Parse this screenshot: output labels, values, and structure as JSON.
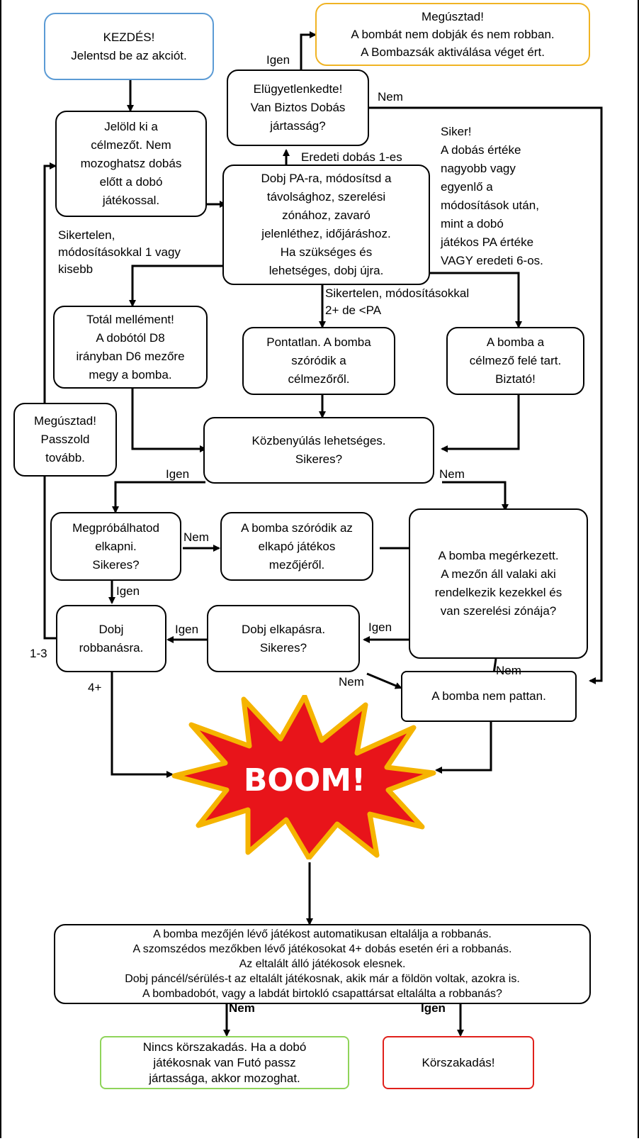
{
  "nodes": {
    "start": "KEZDÉS!\nJelentsd be az akciót.",
    "escaped_top": "Megúsztad!\nA bombát nem dobják és nem robban.\nA Bombazsák aktiválása véget ért.",
    "fumbled": "Elügyetlenkedte!\nVan Biztos Dobás\njártasság?",
    "mark_target": "Jelöld ki a\ncélmezőt. Nem\nmozoghatsz dobás\nelőtt a dobó\njátékossal.",
    "roll_pa": "Dobj PA-ra, módosítsd a\ntávolsághoz, szerelési\nzónához, zavaró\njelenléthez, időjáráshoz.\nHa szükséges és\nlehetséges, dobj újra.",
    "wild": "Totál mellément!\nA dobótól D8\nirányban D6 mezőre\nmegy a bomba.",
    "inaccurate": "Pontatlan. A bomba\nszóródik a\ncélmezőről.",
    "on_target": "A bomba a\ncélmező felé tart.\nBiztató!",
    "escaped_pass": "Megúsztad!\nPasszold\ntovább.",
    "interference": "Közbenyúlás lehetséges.\nSikeres?",
    "try_catch": "Megpróbálhatod\nelkapni.\nSikeres?",
    "scatter_catcher": "A bomba szóródik az\nelkapó játékos\nmezőjéről.",
    "arrived": "A bomba megérkezett.\nA mezőn áll valaki aki\nrendelkezik kezekkel és\nvan szerelési zónája?",
    "roll_explode": "Dobj\nrobbanásra.",
    "roll_catch": "Dobj elkapásra.\nSikeres?",
    "no_bounce": "A bomba nem pattan.",
    "boom": "BOOM!",
    "explosion": "A bomba mezőjén lévő játékost automatikusan eltalálja a robbanás.\nA szomszédos mezőkben lévő játékosokat 4+ dobás esetén éri a robbanás.\nAz eltalált álló játékosok elesnek.\nDobj páncél/sérülés-t az eltalált játékosnak, akik már a földön voltak, azokra is.\nA bombadobót, vagy a labdát birtokló csapattársat eltalálta a robbanás?",
    "no_turnover": "Nincs körszakadás. Ha a dobó\njátékosnak van Futó passz\njártassága, akkor mozoghat.",
    "turnover": "Körszakadás!"
  },
  "labels": {
    "yes_fumble": "Igen",
    "no_fumble": "Nem",
    "natural1": "Eredeti dobás 1-es",
    "success": "Siker!\nA dobás értéke\nnagyobb vagy\negyenlő a\nmódosítások után,\nmint a dobó\njátékos PA értéke\nVAGY eredeti 6-os.",
    "fail_low": "Sikertelen,\nmódosításokkal 1 vagy\nkisebb",
    "fail_mid": "Sikertelen, módosításokkal\n2+ de <PA",
    "int_yes": "Igen",
    "int_no": "Nem",
    "catch_no": "Nem",
    "catch_yes": "Igen",
    "catch2_yes": "Igen",
    "arrived_yes": "Igen",
    "catch2_no": "Nem",
    "arrived_no": "Nem",
    "roll_13": "1-3",
    "roll_4p": "4+",
    "final_no": "Nem",
    "final_yes": "Igen"
  },
  "colors": {
    "start_border": "#5b9bd5",
    "escaped_border": "#f0b323",
    "no_turnover_border": "#8fd45a",
    "turnover_border": "#e0201b",
    "boom_fill": "#e8141a",
    "boom_outline": "#f5b400"
  }
}
